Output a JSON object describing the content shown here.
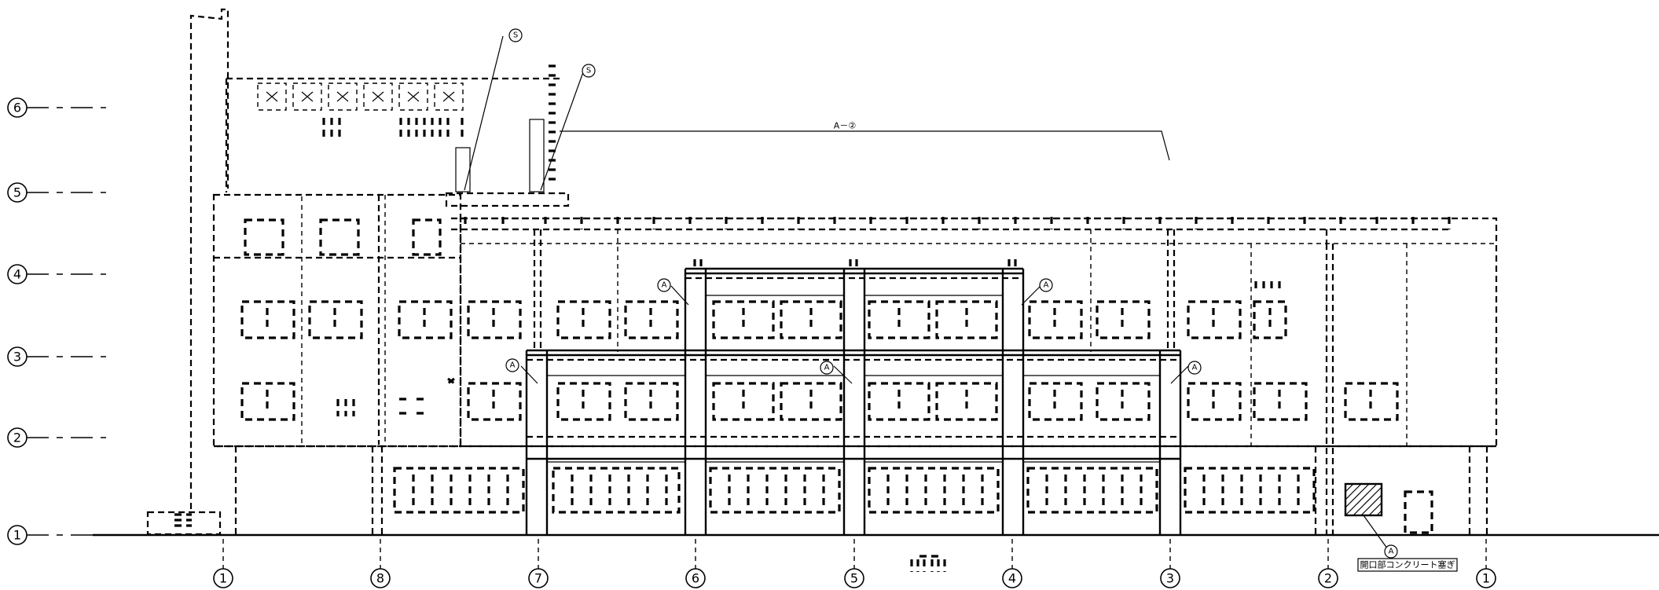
{
  "levels": [
    {
      "label": "6"
    },
    {
      "label": "5"
    },
    {
      "label": "4"
    },
    {
      "label": "3"
    },
    {
      "label": "2"
    },
    {
      "label": "1"
    }
  ],
  "grid_axes": [
    {
      "label": "1"
    },
    {
      "label": "8"
    },
    {
      "label": "7"
    },
    {
      "label": "6"
    },
    {
      "label": "5"
    },
    {
      "label": "4"
    },
    {
      "label": "3"
    },
    {
      "label": "2"
    },
    {
      "label": "1"
    }
  ],
  "tags": {
    "a": "A",
    "s": "S"
  },
  "notes": {
    "dimension_label": "A－②",
    "opening_note": "開口部コンクリート塞ぎ"
  }
}
